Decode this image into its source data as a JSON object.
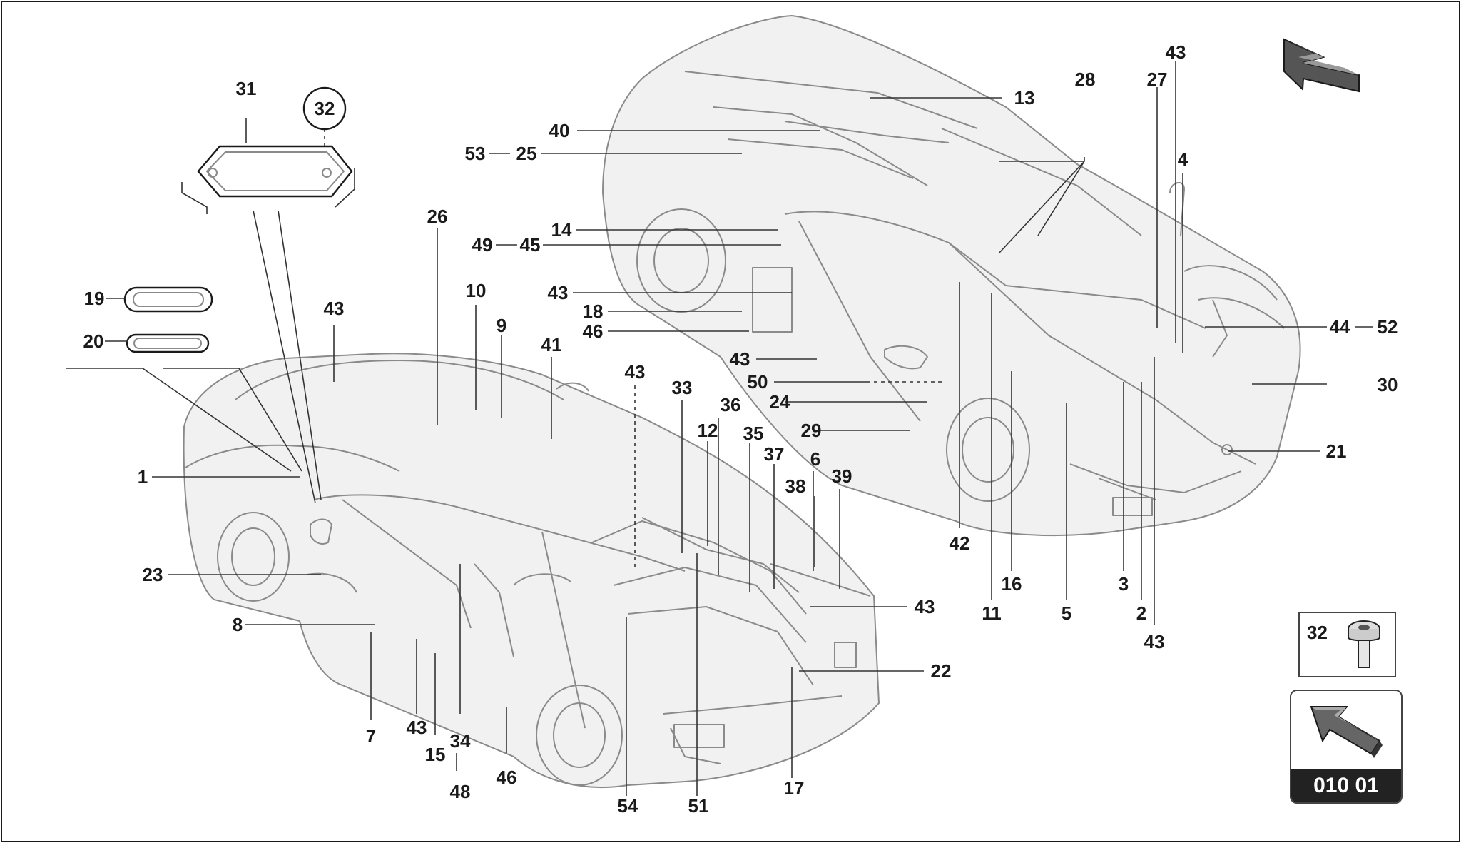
{
  "callouts": {
    "c31": "31",
    "c32": "32",
    "c19": "19",
    "c20": "20",
    "c43a": "43",
    "c1": "1",
    "c23": "23",
    "c8": "8",
    "c7": "7",
    "c43b": "43",
    "c15": "15",
    "c48": "48",
    "c34": "34",
    "c46a": "46",
    "c26": "26",
    "c10": "10",
    "c9": "9",
    "c41": "41",
    "c43c": "43",
    "c33": "33",
    "c36": "36",
    "c12": "12",
    "c35": "35",
    "c37": "37",
    "c6": "6",
    "c38": "38",
    "c39": "39",
    "c43d": "43",
    "c22": "22",
    "c17": "17",
    "c51": "51",
    "c54": "54",
    "c40": "40",
    "c53": "53",
    "c25": "25",
    "c14": "14",
    "c49": "49",
    "c45": "45",
    "c43e": "43",
    "c18": "18",
    "c46b": "46",
    "c43f": "43",
    "c50": "50",
    "c24": "24",
    "c29": "29",
    "c13": "13",
    "c28": "28",
    "c27": "27",
    "c43g": "43",
    "c4": "4",
    "c44": "44",
    "c52": "52",
    "c30": "30",
    "c21": "21",
    "c42": "42",
    "c11": "11",
    "c16": "16",
    "c5": "5",
    "c3": "3",
    "c2": "2",
    "c43h": "43"
  },
  "bolt_box_number": "32",
  "page_code": "010 01",
  "icons": {
    "top_right": "direction-arrow-icon",
    "bottom_right": "navigation-arrow-icon",
    "bolt": "bolt-icon"
  },
  "colors": {
    "ink": "#1a1a1a",
    "car_outline": "#8a8a8a",
    "code_background": "#222222"
  }
}
